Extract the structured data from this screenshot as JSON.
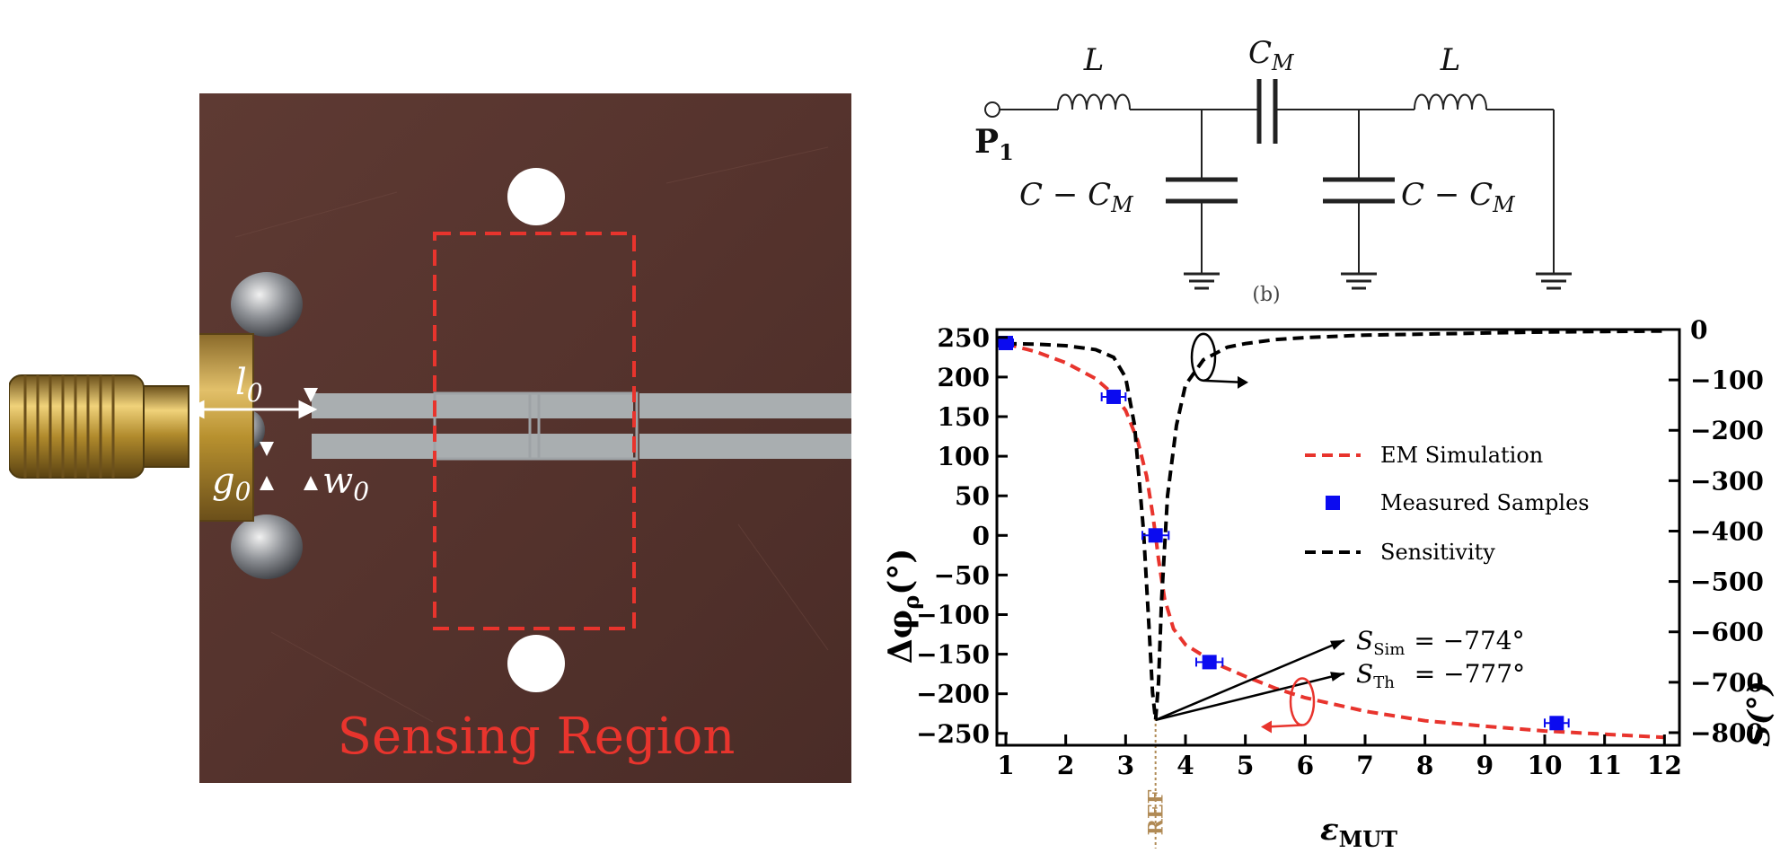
{
  "photo": {
    "label_l0_base": "l",
    "label_l0_sub": "0",
    "label_g0_base": "g",
    "label_g0_sub": "0",
    "label_w0_base": "w",
    "label_w0_sub": "0",
    "sensing_region_label": "Sensing Region",
    "colors": {
      "board": "#5b3630",
      "metal": "#a9aeb0",
      "dashed_box": "#e8342d",
      "text_red": "#e8342d"
    }
  },
  "circuit": {
    "port_label_base": "P",
    "port_label_sub": "1",
    "inductor_left": "L",
    "inductor_right": "L",
    "coupling_cap_base": "C",
    "coupling_cap_sub": "M",
    "shunt_left_main": "C − C",
    "shunt_left_sub": "M",
    "shunt_right_main": "C − C",
    "shunt_right_sub": "M",
    "caption": "(b)"
  },
  "chart_data": {
    "type": "line",
    "xlim": [
      0.85,
      12.25
    ],
    "ylim_left": [
      -265,
      260
    ],
    "ylim_right": [
      -825,
      0
    ],
    "xticks": [
      "1",
      "2",
      "3",
      "4",
      "5",
      "6",
      "7",
      "8",
      "9",
      "10",
      "11",
      "12"
    ],
    "yticks_left": [
      "250",
      "200",
      "150",
      "100",
      "50",
      "0",
      "−50",
      "−100",
      "−150",
      "−200",
      "−250"
    ],
    "yticks_left_values": [
      250,
      200,
      150,
      100,
      50,
      0,
      -50,
      -100,
      -150,
      -200,
      -250
    ],
    "yticks_right": [
      "0",
      "−100",
      "−200",
      "−300",
      "−400",
      "−500",
      "−600",
      "−700",
      "−800"
    ],
    "yticks_right_values": [
      0,
      -100,
      -200,
      -300,
      -400,
      -500,
      -600,
      -700,
      -800
    ],
    "xlabel_base": "ε",
    "xlabel_sub": "MUT",
    "ylabel_left_base": "Δφ",
    "ylabel_left_sub": "ρ",
    "ylabel_left_unit": "(°)",
    "ylabel_right": "S(°)",
    "ref_label": "REF",
    "ref_x": 3.5,
    "legend": {
      "sim": "EM Simulation",
      "meas": "Measured Samples",
      "sens": "Sensitivity"
    },
    "annotation_sim_base": "S",
    "annotation_sim_sub": "Sim",
    "annotation_sim_value": "= −774°",
    "annotation_th_base": "S",
    "annotation_th_sub": "Th",
    "annotation_th_value": "= −777°",
    "series": [
      {
        "name": "EM Simulation",
        "axis": "left",
        "color": "#e8342d",
        "x": [
          1.0,
          1.5,
          2.0,
          2.5,
          2.8,
          3.0,
          3.2,
          3.35,
          3.45,
          3.5,
          3.55,
          3.65,
          3.8,
          4.0,
          4.3,
          4.6,
          5.0,
          5.5,
          6.0,
          7.0,
          8.0,
          9.0,
          10.0,
          11.0,
          12.0
        ],
        "y": [
          242,
          232,
          218,
          198,
          178,
          158,
          120,
          75,
          28,
          0,
          -30,
          -80,
          -118,
          -138,
          -152,
          -165,
          -178,
          -193,
          -205,
          -222,
          -234,
          -241,
          -247,
          -251,
          -255
        ]
      },
      {
        "name": "Sensitivity",
        "axis": "right",
        "color": "#000000",
        "x": [
          1.0,
          1.5,
          2.0,
          2.5,
          2.8,
          3.0,
          3.15,
          3.3,
          3.4,
          3.45,
          3.5,
          3.55,
          3.6,
          3.7,
          3.85,
          4.0,
          4.3,
          4.7,
          5.0,
          5.5,
          6.0,
          7.0,
          8.0,
          9.0,
          10.0,
          11.0,
          12.0
        ],
        "y": [
          -28,
          -29,
          -32,
          -40,
          -55,
          -95,
          -190,
          -400,
          -610,
          -720,
          -775,
          -700,
          -540,
          -330,
          -190,
          -110,
          -60,
          -35,
          -28,
          -20,
          -16,
          -11,
          -9,
          -7,
          -5,
          -4,
          -3
        ]
      }
    ],
    "measured": {
      "name": "Measured Samples",
      "color": "#0b0bf0",
      "x": [
        1.0,
        2.8,
        3.5,
        4.4,
        10.2
      ],
      "y": [
        243,
        175,
        0,
        -160,
        -237
      ],
      "xerr": [
        0.12,
        0.2,
        0.22,
        0.22,
        0.2
      ]
    }
  }
}
